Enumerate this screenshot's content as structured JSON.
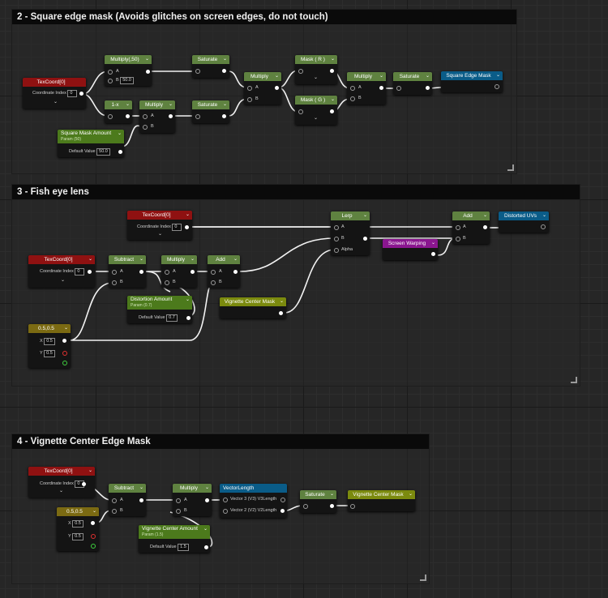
{
  "comments": {
    "c2": {
      "title": "2 - Square edge mask (Avoids glitches on screen edges, do  not touch)"
    },
    "c3": {
      "title": "3 - Fish eye lens"
    },
    "c4": {
      "title": "4 - Vignette Center Edge Mask"
    }
  },
  "pins": {
    "a": "A",
    "b": "B",
    "alpha": "Alpha",
    "x": "X",
    "y": "Y"
  },
  "collapse_glyph": "⌄",
  "chevron": "⌄",
  "s2": {
    "texcoord": {
      "title": "TexCoord[0]",
      "coord_label": "Coordinate Index",
      "coord_value": "0"
    },
    "multiply50": {
      "title": "Multiply(,50)",
      "b_value": "50.0"
    },
    "saturate1": {
      "title": "Saturate"
    },
    "oneminus": {
      "title": "1-x"
    },
    "multiply2": {
      "title": "Multiply"
    },
    "saturate2": {
      "title": "Saturate"
    },
    "multiply3": {
      "title": "Multiply"
    },
    "maskr": {
      "title": "Mask ( R )"
    },
    "maskg": {
      "title": "Mask ( G )"
    },
    "multiply4": {
      "title": "Multiply"
    },
    "saturate3": {
      "title": "Saturate"
    },
    "output": {
      "title": "Square Edge Mask"
    },
    "amount": {
      "title": "Square Mask Amount",
      "subtitle": "Param (50)",
      "default_label": "Default Value",
      "default_value": "50.0"
    }
  },
  "s3": {
    "texcoord_top": {
      "title": "TexCoord[0]",
      "coord_label": "Coordinate Index",
      "coord_value": "0"
    },
    "lerp": {
      "title": "Lerp"
    },
    "add_top": {
      "title": "Add"
    },
    "output": {
      "title": "Distorted UVs"
    },
    "warping": {
      "title": "Screen Warping"
    },
    "texcoord": {
      "title": "TexCoord[0]",
      "coord_label": "Coordinate Index",
      "coord_value": "0"
    },
    "subtract": {
      "title": "Subtract"
    },
    "multiply": {
      "title": "Multiply"
    },
    "add": {
      "title": "Add"
    },
    "distortion": {
      "title": "Distortion Amount",
      "subtitle": "Param (0.7)",
      "default_label": "Default Value",
      "default_value": "0.7"
    },
    "vignette": {
      "title": "Vignette Center Mask"
    },
    "const": {
      "title": "0.5,0.5",
      "x_value": "0.5",
      "y_value": "0.5"
    }
  },
  "s4": {
    "texcoord": {
      "title": "TexCoord[0]",
      "coord_label": "Coordinate Index",
      "coord_value": "0"
    },
    "const": {
      "title": "0.5,0.5",
      "x_value": "0.5",
      "y_value": "0.5"
    },
    "subtract": {
      "title": "Subtract"
    },
    "multiply": {
      "title": "Multiply"
    },
    "vectorlength": {
      "title": "VectorLength",
      "in1": "Vector 3 (V3)",
      "out1": "V3Length",
      "in2": "Vector 2 (V2)",
      "out2": "V2Length"
    },
    "saturate": {
      "title": "Saturate"
    },
    "output": {
      "title": "Vignette Center Mask"
    },
    "amount": {
      "title": "Vignette Center Amount",
      "subtitle": "Param (1.5)",
      "default_label": "Default Value",
      "default_value": "1.5"
    }
  }
}
